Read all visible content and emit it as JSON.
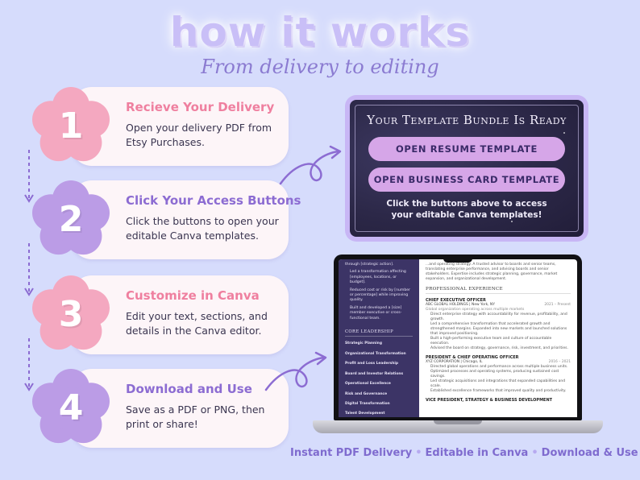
{
  "header": {
    "title": "how it works",
    "subtitle": "From delivery to editing"
  },
  "steps": [
    {
      "number": "1",
      "title": "Recieve Your Delivery",
      "desc": "Open your delivery PDF from Etsy Purchases.",
      "color": "#f4a8c0"
    },
    {
      "number": "2",
      "title": "Click Your Access Buttons",
      "desc": "Click the buttons to open your editable Canva templates.",
      "color": "#bb9ce6"
    },
    {
      "number": "3",
      "title": "Customize in Canva",
      "desc": "Edit your text, sections, and details in the Canva editor.",
      "color": "#f4a8c0"
    },
    {
      "number": "4",
      "title": "Download and Use",
      "desc": "Save as a PDF or PNG, then print or share!",
      "color": "#bb9ce6"
    }
  ],
  "email": {
    "heading": "Your Template Bundle Is Ready",
    "button_resume": "OPEN RESUME TEMPLATE",
    "button_card": "OPEN BUSINESS CARD TEMPLATE",
    "note": "Click the buttons above to access your editable Canva templates!"
  },
  "resume": {
    "side_top": "through [strategic action].",
    "side_bullets": [
      "Led a transformation affecting [employees, locations, or budget].",
      "Reduced cost or risk by [number or percentage] while improving quality.",
      "Built and developed a [size] member executive or cross-functional team."
    ],
    "core_heading": "CORE LEADERSHIP",
    "skills": [
      "Strategic Planning",
      "Organizational Transformation",
      "Profit and Loss Leadership",
      "Board and Investor Relations",
      "Operational Excellence",
      "Risk and Governance",
      "Digital Transformation",
      "Talent Development"
    ],
    "summary": "...and operating strategy. A trusted advisor to boards and senior teams, translating enterprise performance, and advising boards and senior stakeholders. Expertise includes strategic planning, governance, market expansion, and organizational development.",
    "experience_heading": "PROFESSIONAL EXPERIENCE",
    "jobs": [
      {
        "title": "CHIEF EXECUTIVE OFFICER",
        "company": "ABC GLOBAL HOLDINGS | New York, NY",
        "dates": "2021 – Present",
        "scope": "Global organization operating across multiple markets",
        "items": [
          "Direct enterprise strategy with accountability for revenue, profitability, and growth.",
          "Led a comprehensive transformation that accelerated growth and strengthened margins. Expanded into new markets and launched solutions that improved positioning.",
          "Built a high-performing executive team and culture of accountable execution.",
          "Advised the board on strategy, governance, risk, investment, and priorities."
        ]
      },
      {
        "title": "PRESIDENT & CHIEF OPERATING OFFICER",
        "company": "XYZ CORPORATION | Chicago, IL",
        "dates": "2016 – 2021",
        "scope": "",
        "items": [
          "Directed global operations and performance across multiple business units.",
          "Optimized processes and operating systems, producing sustained cost savings.",
          "Led strategic acquisitions and integrations that expanded capabilities and scale.",
          "Established excellence frameworks that improved quality and productivity."
        ]
      },
      {
        "title": "VICE PRESIDENT, STRATEGY & BUSINESS DEVELOPMENT",
        "company": "",
        "dates": "",
        "scope": "",
        "items": []
      }
    ]
  },
  "footer": {
    "item1": "Instant PDF Delivery",
    "item2": "Editable in Canva",
    "item3": "Download & Use",
    "separator": "•"
  },
  "colors": {
    "background": "#d6dcfc",
    "pink": "#f4a8c0",
    "purple": "#bb9ce6",
    "accent_text": "#8c6cd2"
  }
}
